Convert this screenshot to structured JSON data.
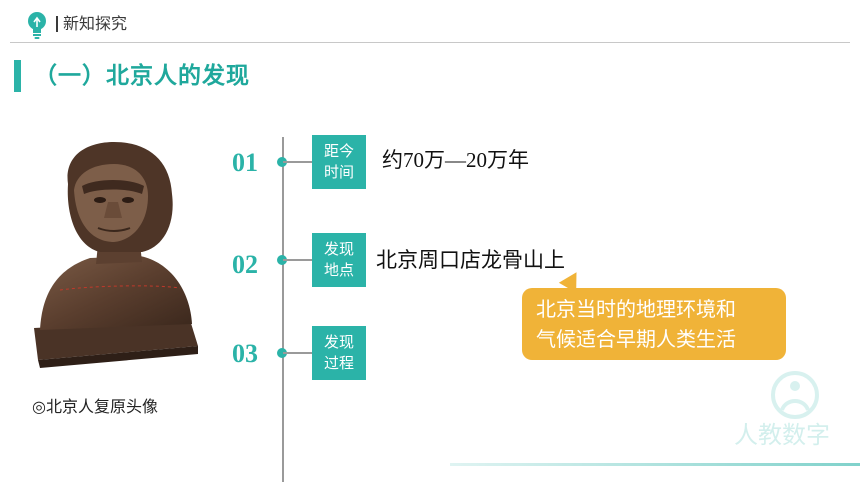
{
  "header": {
    "title": "新知探究"
  },
  "section": {
    "title": "（一）北京人的发现"
  },
  "photo": {
    "caption": "◎北京人复原头像"
  },
  "timeline": [
    {
      "num": "01",
      "label_line1": "距今",
      "label_line2": "时间",
      "text": "约70万—20万年"
    },
    {
      "num": "02",
      "label_line1": "发现",
      "label_line2": "地点",
      "text": "北京周口店龙骨山上"
    },
    {
      "num": "03",
      "label_line1": "发现",
      "label_line2": "过程",
      "text": ""
    }
  ],
  "callout": {
    "line1": "北京当时的地理环境和",
    "line2": "气候适合早期人类生活"
  },
  "watermark": {
    "text": "人教数字"
  },
  "colors": {
    "accent": "#2bb3a8",
    "callout": "#f0b338"
  },
  "icons": {
    "header": "lightbulb-icon",
    "watermark": "people-logo-icon"
  }
}
